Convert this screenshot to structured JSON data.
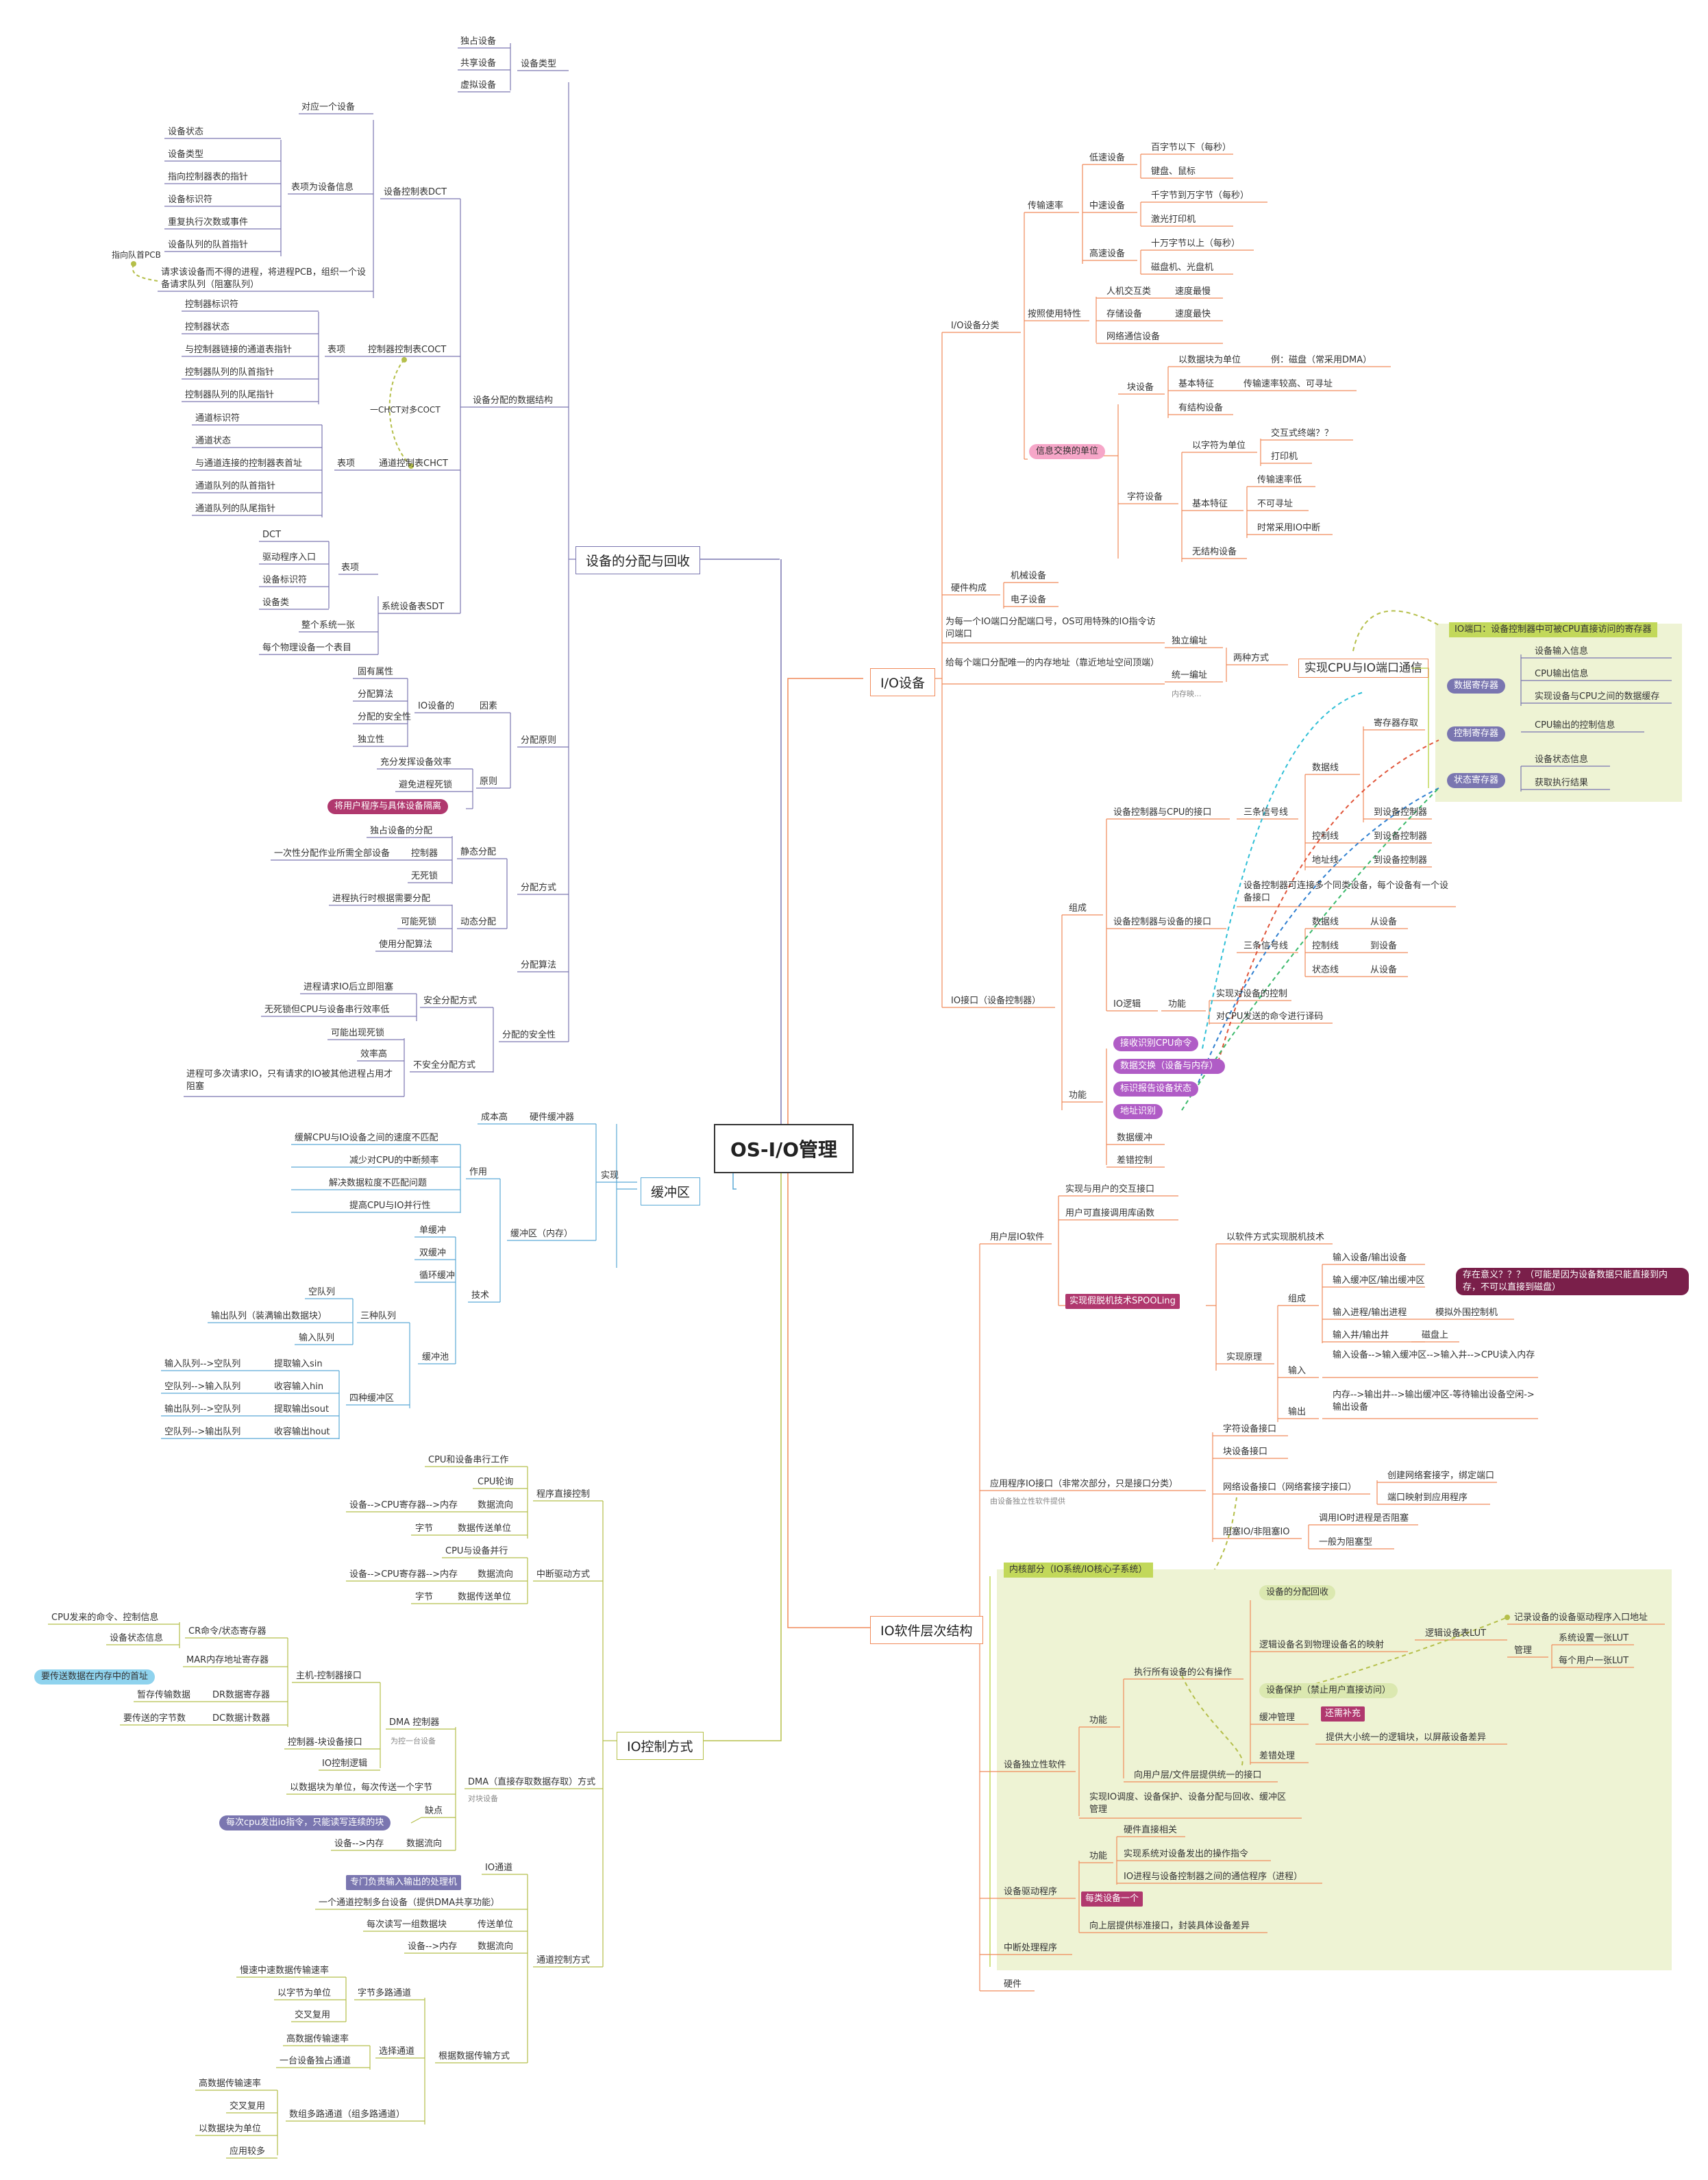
{
  "root": "OS-I/O管理",
  "colors": {
    "orange": "#f08a5a",
    "purple": "#7a76b0",
    "blue": "#5aa9d6",
    "olive": "#b5bf4a",
    "magenta": "#b0386e",
    "pink": "#f6a6c8",
    "region_green": "#eef3d4",
    "region_tab": "#c2d85a"
  },
  "branches": {
    "alloc": "设备的分配与回收",
    "buffer": "缓冲区",
    "ioctl": "IO控制方式",
    "io_device": "I/O设备",
    "soft": "IO软件层次结构"
  },
  "alloc": {
    "dev_type": {
      "label": "设备类型",
      "items": [
        "独占设备",
        "共享设备",
        "虚拟设备"
      ]
    },
    "dcst": {
      "label": "设备分配的数据结构"
    },
    "dct": {
      "label": "设备控制表DCT",
      "one": "对应一个设备",
      "table": "表项为设备信息",
      "items": [
        "设备状态",
        "设备类型",
        "指向控制器表的指针",
        "设备标识符",
        "重复执行次数或事件",
        "设备队列的队首指针"
      ],
      "wait": "请求该设备而不得的进程，将进程PCB，组织一个设备请求队列（阻塞队列）",
      "pcb": "指向队首PCB"
    },
    "coct": {
      "label": "控制器控制表COCT",
      "table": "表项",
      "items": [
        "控制器标识符",
        "控制器状态",
        "与控制器链接的通道表指针",
        "控制器队列的队首指针",
        "控制器队列的队尾指针"
      ]
    },
    "link": "一CHCT对多COCT",
    "chct": {
      "label": "通道控制表CHCT",
      "table": "表项",
      "items": [
        "通道标识符",
        "通道状态",
        "与通道连接的控制器表首址",
        "通道队列的队首指针",
        "通道队列的队尾指针"
      ]
    },
    "sdt": {
      "label": "系统设备表SDT",
      "table": "表项",
      "items": [
        "DCT",
        "驱动程序入口",
        "设备标识符",
        "设备类"
      ],
      "one": "整个系统一张",
      "each": "每个物理设备一个表目"
    },
    "principle": {
      "label": "分配原则",
      "factor": "因素",
      "iodev": "IO设备的",
      "props": [
        "固有属性",
        "分配算法",
        "分配的安全性",
        "独立性"
      ],
      "rule": "原则",
      "rules": [
        "充分发挥设备效率",
        "避免进程死锁"
      ],
      "isolate": "将用户程序与具体设备隔离"
    },
    "method": {
      "label": "分配方式",
      "static": "静态分配",
      "static_items": [
        "独占设备的分配",
        "一次性分配作业所需全部设备",
        "控制器",
        "无死锁"
      ],
      "dynamic": "动态分配",
      "dynamic_items": [
        "进程执行时根据需要分配",
        "可能死锁",
        "使用分配算法"
      ]
    },
    "algo": "分配算法",
    "safety": {
      "label": "分配的安全性",
      "safe": "安全分配方式",
      "safe_items": [
        "进程请求IO后立即阻塞",
        "无死锁但CPU与设备串行效率低"
      ],
      "unsafe": "不安全分配方式",
      "unsafe_items": [
        "可能出现死锁",
        "效率高",
        "进程可多次请求IO，只有请求的IO被其他进程占用才阻塞"
      ]
    }
  },
  "buffer": {
    "impl": "实现",
    "hw": "硬件缓冲器",
    "cost": "成本高",
    "mem": "缓冲区（内存）",
    "role": "作用",
    "roles": [
      "缓解CPU与IO设备之间的速度不匹配",
      "减少对CPU的中断频率",
      "解决数据粒度不匹配问题",
      "提高CPU与IO并行性"
    ],
    "tech": "技术",
    "techs": [
      "单缓冲",
      "双缓冲",
      "循环缓冲"
    ],
    "pool": "缓冲池",
    "three": "三种队列",
    "queues": [
      "空队列",
      "输出队列（装满输出数据块）",
      "输入队列"
    ],
    "four": "四种缓冲区",
    "bufs": [
      {
        "a": "输入队列-->空队列",
        "b": "提取输入sin"
      },
      {
        "a": "空队列-->输入队列",
        "b": "收容输入hin"
      },
      {
        "a": "输出队列-->空队列",
        "b": "提取输出sout"
      },
      {
        "a": "空队列-->输出队列",
        "b": "收容输出hout"
      }
    ]
  },
  "ioctl": {
    "poll": {
      "label": "程序直接控制",
      "a": "CPU和设备串行工作",
      "b": "CPU轮询",
      "flow": "数据流向",
      "flow_v": "设备-->CPU寄存器-->内存",
      "unit": "数据传送单位",
      "unit_v": "字节"
    },
    "intr": {
      "label": "中断驱动方式",
      "a": "CPU与设备并行",
      "flow": "数据流向",
      "flow_v": "设备-->CPU寄存器-->内存",
      "unit": "数据传送单位",
      "unit_v": "字节"
    },
    "dma": {
      "label": "DMA（直接存取数据存取）方式",
      "sub": "对块设备",
      "ctl": "DMA 控制器",
      "ctl_sub": "为控一台设备",
      "host": "主机-控制器接口",
      "cr": "CR命令/状态寄存器",
      "cr_items": [
        "CPU发来的命令、控制信息",
        "设备状态信息"
      ],
      "mar": "MAR内存地址寄存器",
      "mar_note": "要传送数据在内存中的首址",
      "dr": "DR数据寄存器",
      "dr_v": "暂存传输数据",
      "dc": "DC数据计数器",
      "dc_v": "要传送的字节数",
      "blk": "控制器-块设备接口",
      "logic": "IO控制逻辑",
      "unit_v": "以数据块为单位，每次传送一个字节",
      "cons": "缺点",
      "cons_note": "每次cpu发出io指令，只能读写连续的块",
      "flow": "数据流向",
      "flow_v": "设备-->内存"
    },
    "channel": {
      "label": "通道控制方式",
      "io": "IO通道",
      "io_note": "专门负责输入输出的处理机",
      "multi": "一个通道控制多台设备（提供DMA共享功能）",
      "unit": "传送单位",
      "unit_v": "每次读写一组数据块",
      "flow": "数据流向",
      "flow_v": "设备-->内存",
      "by": "根据数据传输方式",
      "byte": "字节多路通道",
      "byte_items": [
        "慢速中速数据传输速率",
        "以字节为单位",
        "交叉复用"
      ],
      "sel": "选择通道",
      "sel_items": [
        "高数据传输速率",
        "一台设备独占通道"
      ],
      "blk": "数组多路通道（组多路通道）",
      "blk_items": [
        "高数据传输速率",
        "交叉复用",
        "以数据块为单位",
        "应用较多"
      ]
    }
  },
  "io_device": {
    "cls": {
      "label": "I/O设备分类",
      "rate": "传输速率",
      "low": "低速设备",
      "low_items": [
        "百字节以下（每秒）",
        "键盘、鼠标"
      ],
      "mid": "中速设备",
      "mid_items": [
        "千字节到万字节（每秒）",
        "激光打印机"
      ],
      "high": "高速设备",
      "high_items": [
        "十万字节以上（每秒）",
        "磁盘机、光盘机"
      ],
      "use": "按照使用特性",
      "uses": [
        {
          "a": "人机交互类",
          "b": "速度最慢"
        },
        {
          "a": "存储设备",
          "b": "速度最快"
        },
        {
          "a": "网络通信设备",
          "b": ""
        }
      ],
      "unit": "信息交换的单位",
      "block": "块设备",
      "block_items": [
        "以数据块为单位",
        "例：磁盘（常采用DMA）",
        "基本特征",
        "传输速率较高、可寻址",
        "有结构设备"
      ],
      "char": "字符设备",
      "char_unit": "以字符为单位",
      "char_ex": [
        "交互式终端？？",
        "打印机"
      ],
      "char_feat": "基本特征",
      "char_feats": [
        "传输速率低",
        "不可寻址",
        "时常采用IO中断"
      ],
      "char_struct": "无结构设备"
    },
    "hw": {
      "label": "硬件构成",
      "items": [
        "机械设备",
        "电子设备"
      ]
    },
    "addr": {
      "a": "为每一个IO端口分配端口号，OS可用特殊的IO指令访问端口",
      "b": "给每个端口分配唯一的内存地址（靠近地址空间顶端）",
      "ind": "独立编址",
      "uni": "统一编址",
      "uni_sub": "内存映...",
      "two": "两种方式",
      "comm": "实现CPU与IO端口通信"
    },
    "port": {
      "title": "IO端口：设备控制器中可被CPU直接访问的寄存器",
      "data": "数据寄存器",
      "data_items": [
        "设备输入信息",
        "CPU输出信息",
        "实现设备与CPU之间的数据缓存"
      ],
      "ctl": "控制寄存器",
      "ctl_items": [
        "CPU输出的控制信息"
      ],
      "stat": "状态寄存器",
      "stat_items": [
        "设备状态信息",
        "获取执行结果"
      ]
    },
    "ctrl": {
      "label": "IO接口（设备控制器）",
      "comp": "组成",
      "cpu_if": "设备控制器与CPU的接口",
      "three": "三条信号线",
      "data": "数据线",
      "data_items": [
        "寄存器存取",
        "到设备控制器"
      ],
      "ctl": "控制线",
      "ctl_items": [
        "到设备控制器"
      ],
      "addr": "地址线",
      "addr_items": [
        "到设备控制器"
      ],
      "dev_if": "设备控制器与设备的接口",
      "dev_note": "设备控制器可连接多个同类设备，每个设备有一个设备接口",
      "three2": "三条信号线",
      "lines": [
        {
          "a": "数据线",
          "b": "从设备"
        },
        {
          "a": "控制线",
          "b": "到设备"
        },
        {
          "a": "状态线",
          "b": "从设备"
        }
      ],
      "logic": "IO逻辑",
      "func": "功能",
      "logic_items": [
        "实现对设备的控制",
        "对CPU发送的命令进行译码"
      ],
      "fn": "功能",
      "fns": [
        "接收识别CPU命令",
        "数据交换（设备与内存）",
        "标识报告设备状态",
        "地址识别"
      ],
      "fn_more": [
        "数据缓冲",
        "差错控制"
      ]
    }
  },
  "soft": {
    "user": {
      "label": "用户层IO软件",
      "a": "实现与用户的交互接口",
      "b": "用户可直接调用库函数",
      "spool": "实现假脱机技术SPOOLing",
      "spool_a": "以软件方式实现脱机技术",
      "principle": "实现原理",
      "comp": "组成",
      "comp_items": [
        "输入设备/输出设备",
        "输入缓冲区/输出缓冲区",
        "输入进程/输出进程",
        "输入井/输出井"
      ],
      "sim": "模拟外围控制机",
      "disk": "磁盘上",
      "note": "存在意义？？？（可能是因为设备数据只能直接到内存，不可以直接到磁盘）",
      "in": "输入",
      "in_v": "输入设备-->输入缓冲区-->输入井-->CPU读入内存",
      "out": "输出",
      "out_v": "内存-->输出井-->输出缓冲区-等待输出设备空闲->输出设备"
    },
    "app": {
      "label": "应用程序IO接口（非常次部分，只是接口分类）",
      "sub": "由设备独立性软件提供",
      "items": [
        "字符设备接口",
        "块设备接口"
      ],
      "net": "网络设备接口（网络套接字接口）",
      "net_items": [
        "创建网络套接字，绑定端口",
        "端口映射到应用程序"
      ],
      "blk": "阻塞IO/非阻塞IO",
      "blk_items": [
        "调用IO时进程是否阻塞",
        "一般为阻塞型"
      ]
    },
    "kernel": {
      "title": "内核部分（IO系统/IO核心子系统）",
      "ind": "设备独立性软件",
      "fn": "功能",
      "exec": "执行所有设备的公有操作",
      "exec_items": [
        "设备的分配回收",
        "逻辑设备名到物理设备名的映射",
        "设备保护（禁止用户直接访问）",
        "缓冲管理",
        "差错处理"
      ],
      "lut": "逻辑设备表LUT",
      "lut_note": "记录设备的设备驱动程序入口地址",
      "mgmt": "管理",
      "mgmt_items": [
        "系统设置一张LUT",
        "每个用户一张LUT"
      ],
      "patch": "还需补充",
      "size": "提供大小统一的逻辑块，以屏蔽设备差异",
      "up": "向用户层/文件层提供统一的接口",
      "sched": "实现IO调度、设备保护、设备分配与回收、缓冲区管理",
      "drv": "设备驱动程序",
      "drv_fn": "功能",
      "drv_hw": "硬件直接相关",
      "drv_items": [
        "实现系统对设备发出的操作指令",
        "IO进程与设备控制器之间的通信程序（进程）"
      ],
      "each": "每类设备一个",
      "up2": "向上层提供标准接口，封装具体设备差异",
      "intr": "中断处理程序"
    },
    "hw": "硬件"
  }
}
